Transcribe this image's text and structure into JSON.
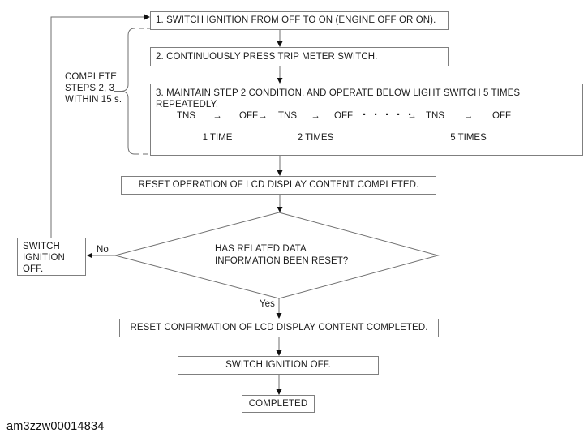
{
  "figure_id": "am3zzw00014834",
  "flow": {
    "step1": "1. SWITCH IGNITION FROM OFF TO ON (ENGINE OFF OR ON).",
    "step2": "2. CONTINUOUSLY PRESS TRIP METER SWITCH.",
    "step3_title": "3. MAINTAIN STEP 2 CONDITION, AND OPERATE BELOW LIGHT SWITCH 5 TIMES REPEATEDLY.",
    "timing_note": "COMPLETE\nSTEPS 2, 3\nWITHIN 15 s.",
    "sequence": {
      "g1": {
        "tns": "TNS",
        "arrow": "→",
        "off": "OFF",
        "label": "1 TIME"
      },
      "sep1": "→",
      "g2": {
        "tns": "TNS",
        "arrow": "→",
        "off": "OFF",
        "label": "2 TIMES"
      },
      "ellipsis": "·····",
      "sep2": "→",
      "g3": {
        "tns": "TNS",
        "arrow": "→",
        "off": "OFF",
        "label": "5 TIMES"
      }
    },
    "reset_operation": "RESET OPERATION OF LCD DISPLAY CONTENT COMPLETED.",
    "decision": "HAS RELATED DATA\nINFORMATION BEEN RESET?",
    "no_label": "No",
    "yes_label": "Yes",
    "ignition_off_side": "SWITCH\nIGNITION\nOFF.",
    "reset_confirmation": "RESET CONFIRMATION OF LCD DISPLAY CONTENT COMPLETED.",
    "ignition_off_final": "SWITCH IGNITION OFF.",
    "completed": "COMPLETED"
  }
}
